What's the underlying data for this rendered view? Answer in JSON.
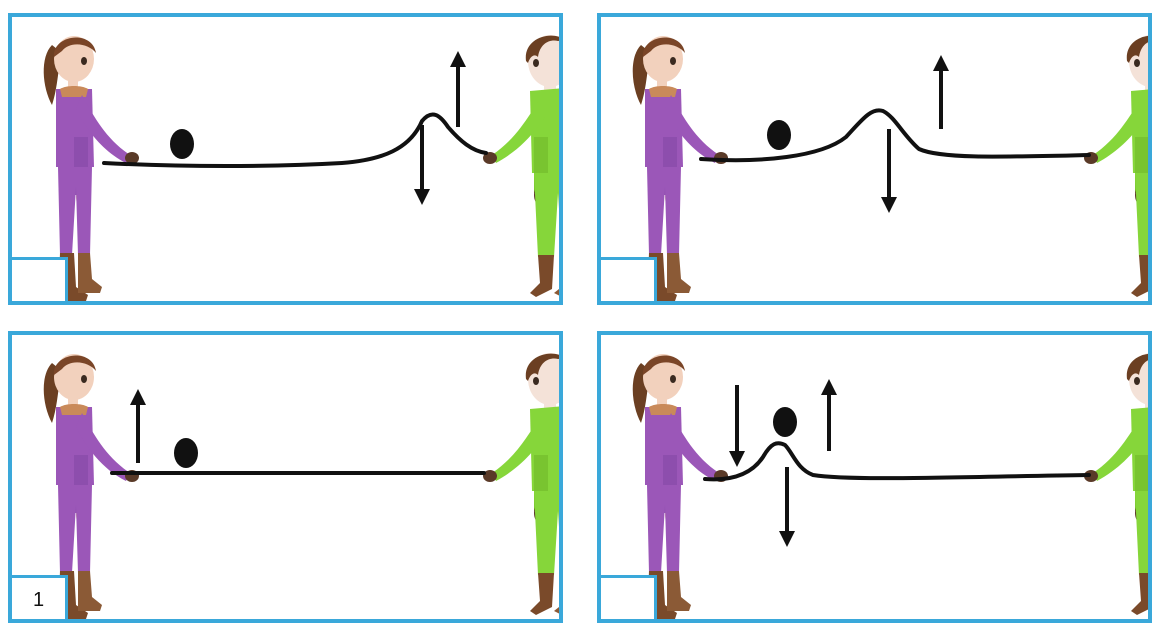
{
  "panels": [
    {
      "id": "top-left",
      "number": ""
    },
    {
      "id": "top-right",
      "number": ""
    },
    {
      "id": "bottom-left",
      "number": "1"
    },
    {
      "id": "bottom-right",
      "number": ""
    }
  ],
  "colors": {
    "frame": "#3aa8da",
    "girl_suit": "#9b57b8",
    "boy_suit": "#86d63a",
    "rope": "#111111",
    "boots": "#7a4a2a",
    "hair": "#6b3f22"
  },
  "icons": [
    "girl-figure",
    "boy-figure",
    "ball",
    "rope",
    "up-arrow",
    "down-arrow"
  ]
}
